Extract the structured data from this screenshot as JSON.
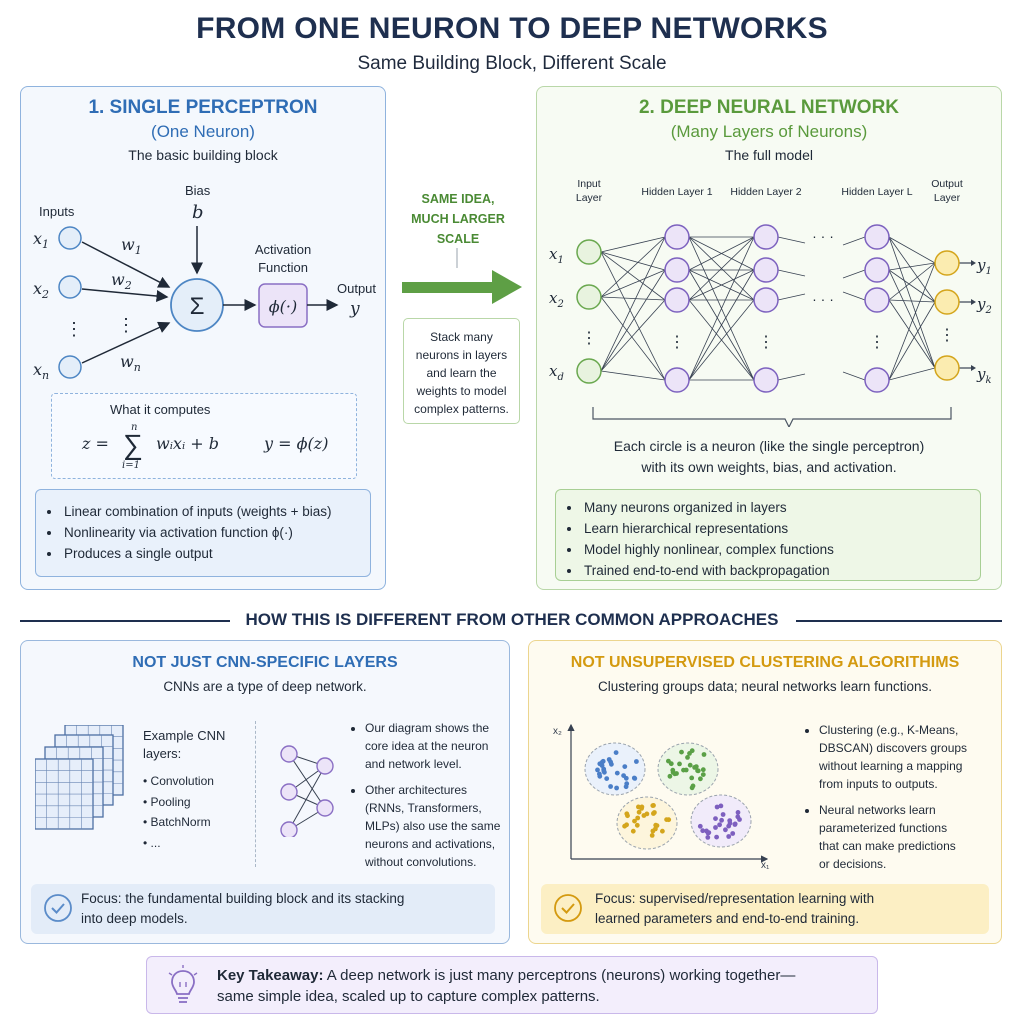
{
  "header": {
    "title": "FROM ONE NEURON TO DEEP NETWORKS",
    "subtitle": "Same Building Block, Different Scale"
  },
  "perceptron": {
    "title": "1. SINGLE PERCEPTRON",
    "subtitle": "(One Neuron)",
    "caption": "The basic building block",
    "inputs_label": "Inputs",
    "bias_label": "Bias",
    "bias_symbol": "b",
    "activation_label_1": "Activation",
    "activation_label_2": "Function",
    "output_label": "Output",
    "output_symbol": "y",
    "sum_symbol": "Σ",
    "phi_symbol": "ϕ(·)",
    "inputs": [
      "x1",
      "x2",
      "xn"
    ],
    "weights": [
      "w1",
      "w2",
      "wn"
    ],
    "computes_title": "What it computes",
    "formula_z": "z = ",
    "formula_sum_top": "n",
    "formula_sum_bottom": "i=1",
    "formula_z_rest": "wᵢxᵢ + b",
    "formula_y": "y = ϕ(z)",
    "bullets": [
      "Linear combination of inputs (weights + bias)",
      "Nonlinearity via activation function ϕ(·)",
      "Produces a single output"
    ]
  },
  "middle": {
    "label_line1": "SAME IDEA,",
    "label_line2": "MUCH LARGER",
    "label_line3": "SCALE",
    "note": [
      "Stack many",
      "neurons in layers",
      "and learn the",
      "weights to model",
      "complex patterns."
    ]
  },
  "deep": {
    "title": "2. DEEP NEURAL NETWORK",
    "subtitle": "(Many Layers of Neurons)",
    "caption": "The full model",
    "layer_input_1": "Input",
    "layer_input_2": "Layer",
    "layer_h1": "Hidden Layer 1",
    "layer_h2": "Hidden Layer 2",
    "layer_hl": "Hidden Layer L",
    "layer_output_1": "Output",
    "layer_output_2": "Layer",
    "inputs": [
      "x1",
      "x2",
      "xd"
    ],
    "outputs": [
      "y1",
      "y2",
      "yk"
    ],
    "note_line1": "Each circle is a neuron (like the single perceptron)",
    "note_line2": "with its own weights, bias, and activation.",
    "bullets": [
      "Many neurons organized in layers",
      "Learn hierarchical representations",
      "Model highly nonlinear, complex functions",
      "Trained end-to-end with backpropagation"
    ]
  },
  "section": {
    "heading": "HOW THIS IS DIFFERENT FROM OTHER COMMON APPROACHES"
  },
  "cnn": {
    "title": "NOT JUST CNN-SPECIFIC LAYERS",
    "subtitle": "CNNs are a type of deep network.",
    "example_title_1": "Example CNN",
    "example_title_2": "layers:",
    "layers": [
      "Convolution",
      "Pooling",
      "BatchNorm",
      "..."
    ],
    "bullets": [
      [
        "Our diagram shows the",
        "core idea at the neuron",
        "and network level."
      ],
      [
        "Other architectures",
        "(RNNs, Transformers,",
        "MLPs) also use the same",
        "neurons and activations,",
        "without convolutions."
      ]
    ],
    "focus_line1": "Focus: the fundamental building block and its stacking",
    "focus_line2": "into deep models."
  },
  "cluster": {
    "title": "NOT UNSUPERVISED CLUSTERING ALGORITHIMS",
    "subtitle": "Clustering groups data; neural networks learn functions.",
    "axis_y": "x₂",
    "axis_x": "x₁",
    "bullets": [
      [
        "Clustering (e.g., K-Means,",
        "DBSCAN) discovers groups",
        "without learning a mapping",
        "from inputs to outputs."
      ],
      [
        "Neural networks learn",
        "parameterized functions",
        "that can make predictions",
        "or decisions."
      ]
    ],
    "focus_line1": "Focus: supervised/representation learning with",
    "focus_line2": "learned parameters and end-to-end training."
  },
  "takeaway": {
    "bold": "Key Takeaway:",
    "line1": " A deep network is just many perceptrons (neurons) working together—",
    "line2": "same simple idea, scaled up to capture complex patterns."
  },
  "colors": {
    "blue_title": "#2f6db5",
    "green_title": "#5a9a3c",
    "gold_title": "#d49a10",
    "navy": "#1e2f4f"
  }
}
